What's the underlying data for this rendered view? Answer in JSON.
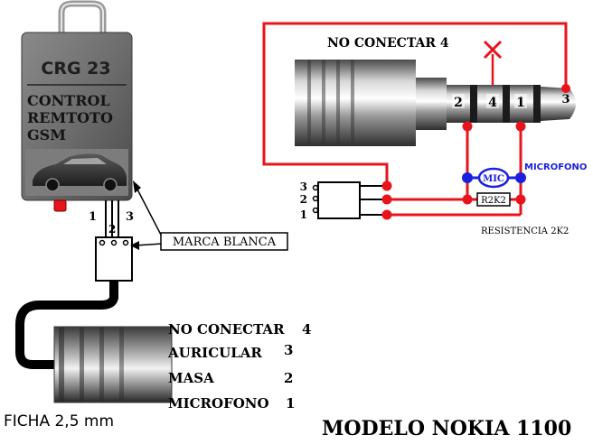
{
  "device": {
    "brand": "CRG 23",
    "line1": "CONTROL",
    "line2": "REMTOTO",
    "line3": "GSM",
    "pin_labels": [
      "1",
      "2",
      "3"
    ]
  },
  "marca_label": "MARCA BLANCA",
  "ficha_label": "FICHA 2,5 mm",
  "plug_legend": [
    {
      "text": "NO CONECTAR",
      "num": "4"
    },
    {
      "text": "AURICULAR",
      "num": "3"
    },
    {
      "text": "MASA",
      "num": "2"
    },
    {
      "text": "MICROFONO",
      "num": "1"
    }
  ],
  "model_title": "MODELO NOKIA 1100",
  "schematic": {
    "no_conectar": "NO CONECTAR 4",
    "ring_labels": [
      "2",
      "4",
      "1",
      "3"
    ],
    "connector_pins": [
      "3",
      "2",
      "1"
    ],
    "mic_label": "MIC",
    "microfono_label": "MICROFONO",
    "r2k2_label": "R2K2",
    "resistencia_label": "RESISTENCIA 2K2"
  },
  "colors": {
    "wire_red": "#e8141c",
    "wire_blue": "#1a20e0",
    "label_blue": "#1a20e0",
    "black": "#000000"
  }
}
